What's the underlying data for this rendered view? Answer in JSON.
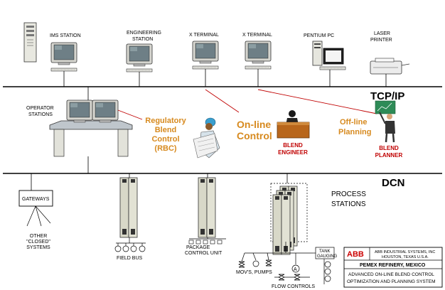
{
  "networks": {
    "tcpip": "TCP/IP",
    "dcn": "DCN"
  },
  "workstations": {
    "ims": "IMS STATION",
    "engineering_l1": "ENGINEERING",
    "engineering_l2": "STATION",
    "xterm1": "X TERMINAL",
    "xterm2": "X TERMINAL",
    "pentium": "PENTIUM PC",
    "laser_l1": "LASER",
    "laser_l2": "PRINTER"
  },
  "operators": {
    "label_l1": "OPERATOR",
    "label_l2": "STATIONS"
  },
  "functions": {
    "rbc_l1": "Regulatory",
    "rbc_l2": "Blend",
    "rbc_l3": "Control",
    "rbc_l4": "(RBC)",
    "online_l1": "On-line",
    "online_l2": "Control",
    "offline_l1": "Off-line",
    "offline_l2": "Planning"
  },
  "roles": {
    "engineer_l1": "BLEND",
    "engineer_l2": "ENGINEER",
    "planner_l1": "BLEND",
    "planner_l2": "PLANNER"
  },
  "dcn_devices": {
    "gateways": "GATEWAYS",
    "other_l1": "OTHER",
    "other_l2": "\"CLOSED\"",
    "other_l3": "SYSTEMS",
    "fieldbus": "FIELD BUS",
    "package_l1": "PACKAGE",
    "package_l2": "CONTROL UNIT",
    "process_l1": "PROCESS",
    "process_l2": "STATIONS",
    "movs": "MOV'S, PUMPS",
    "flow": "FLOW CONTROLS",
    "tank_l1": "TANK",
    "tank_l2": "GAUGING",
    "analyzer": "A"
  },
  "titleblock": {
    "logo": "ABB",
    "company_l1": "ABB INDUSTRIAL SYSTEMS, INC",
    "company_l2": "HOUSTON, TEXAS U.S.A.",
    "project": "PEMEX REFINERY, MEXICO",
    "desc_l1": "ADVANCED ON-LINE BLEND CONTROL",
    "desc_l2": "OPTIMIZATION AND PLANNING SYSTEM"
  },
  "colors": {
    "accent_orange": "#d78a1f",
    "accent_red": "#c00000",
    "cabinet": "#d8d8c8",
    "monitor_screen": "#6e7f86"
  }
}
